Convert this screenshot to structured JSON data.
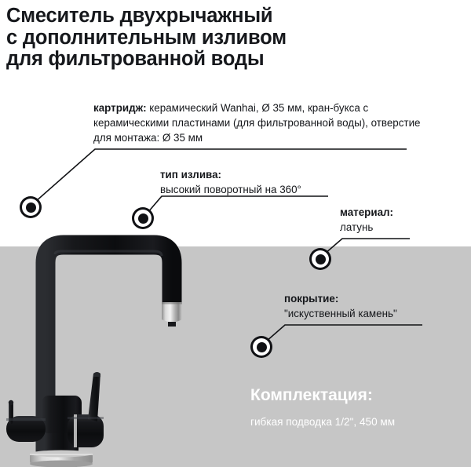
{
  "title": {
    "line1": "Смеситель двухрычажный",
    "line2": "с дополнительным изливом",
    "line3": "для фильтрованной воды"
  },
  "callouts": [
    {
      "id": "cartridge",
      "label": "картридж:",
      "text": " керамический Wanhai, Ø 35 мм, кран-букса с керамическими пластинами (для фильтрованной воды), отверстие для монтажа: Ø 35 мм",
      "marker": "callout-marker-cartridge"
    },
    {
      "id": "spout-type",
      "label": "тип излива:",
      "text": "высокий поворотный на 360°",
      "marker": "callout-marker-spout-type"
    },
    {
      "id": "material",
      "label": "материал:",
      "text": "латунь",
      "marker": "callout-marker-material"
    },
    {
      "id": "coating",
      "label": "покрытие:",
      "text": "\"искуственный камень\"",
      "marker": "callout-marker-coating"
    }
  ],
  "kit": {
    "title": "Комплектация:",
    "item": "гибкая подводка 1/2\", 450 мм"
  },
  "colors": {
    "background_top": "#ffffff",
    "background_bottom": "#c6c6c6",
    "text": "#15171b",
    "kit_text": "#ffffff",
    "faucet_black": "#121316",
    "chrome": "#b5b5b5"
  }
}
